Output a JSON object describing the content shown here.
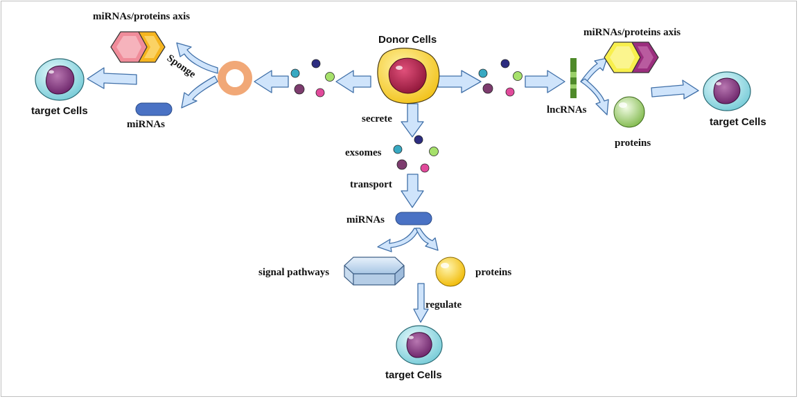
{
  "labels": {
    "donor_cells": "Donor Cells",
    "secrete": "secrete",
    "exsomes": "exsomes",
    "transport": "transport",
    "mirnas_center": "miRNAs",
    "signal_pathways": "signal pathways",
    "proteins_center": "proteins",
    "regulate": "regulate",
    "target_cells_bottom": "target Cells",
    "axis_left": "miRNAs/proteins axis",
    "sponge": "Sponge",
    "target_cells_left": "target Cells",
    "mirnas_left": "miRNAs",
    "axis_right": "miRNAs/proteins axis",
    "lncrnas": "lncRNAs",
    "proteins_right": "proteins",
    "target_cells_right": "target Cells"
  },
  "colors": {
    "arrow_fill": "#cfe4fb",
    "arrow_stroke": "#3f6fa8",
    "donor_outer": "#f7d23c",
    "donor_nucleus": "#b5204d",
    "target_outer": "#a7dfe6",
    "target_nucleus": "#8a3c86",
    "mirna_bar": "#4a72c4",
    "ring": "#f1a877",
    "lnc_bar": "#4f8a2a",
    "protein_yellow": "#f7c928",
    "protein_green": "#9ccb6a",
    "hex_pink": "#f08c9a",
    "hex_orange": "#f6b51f",
    "hex_yellow": "#f8ef4d",
    "hex_purple": "#9b2e7e"
  }
}
